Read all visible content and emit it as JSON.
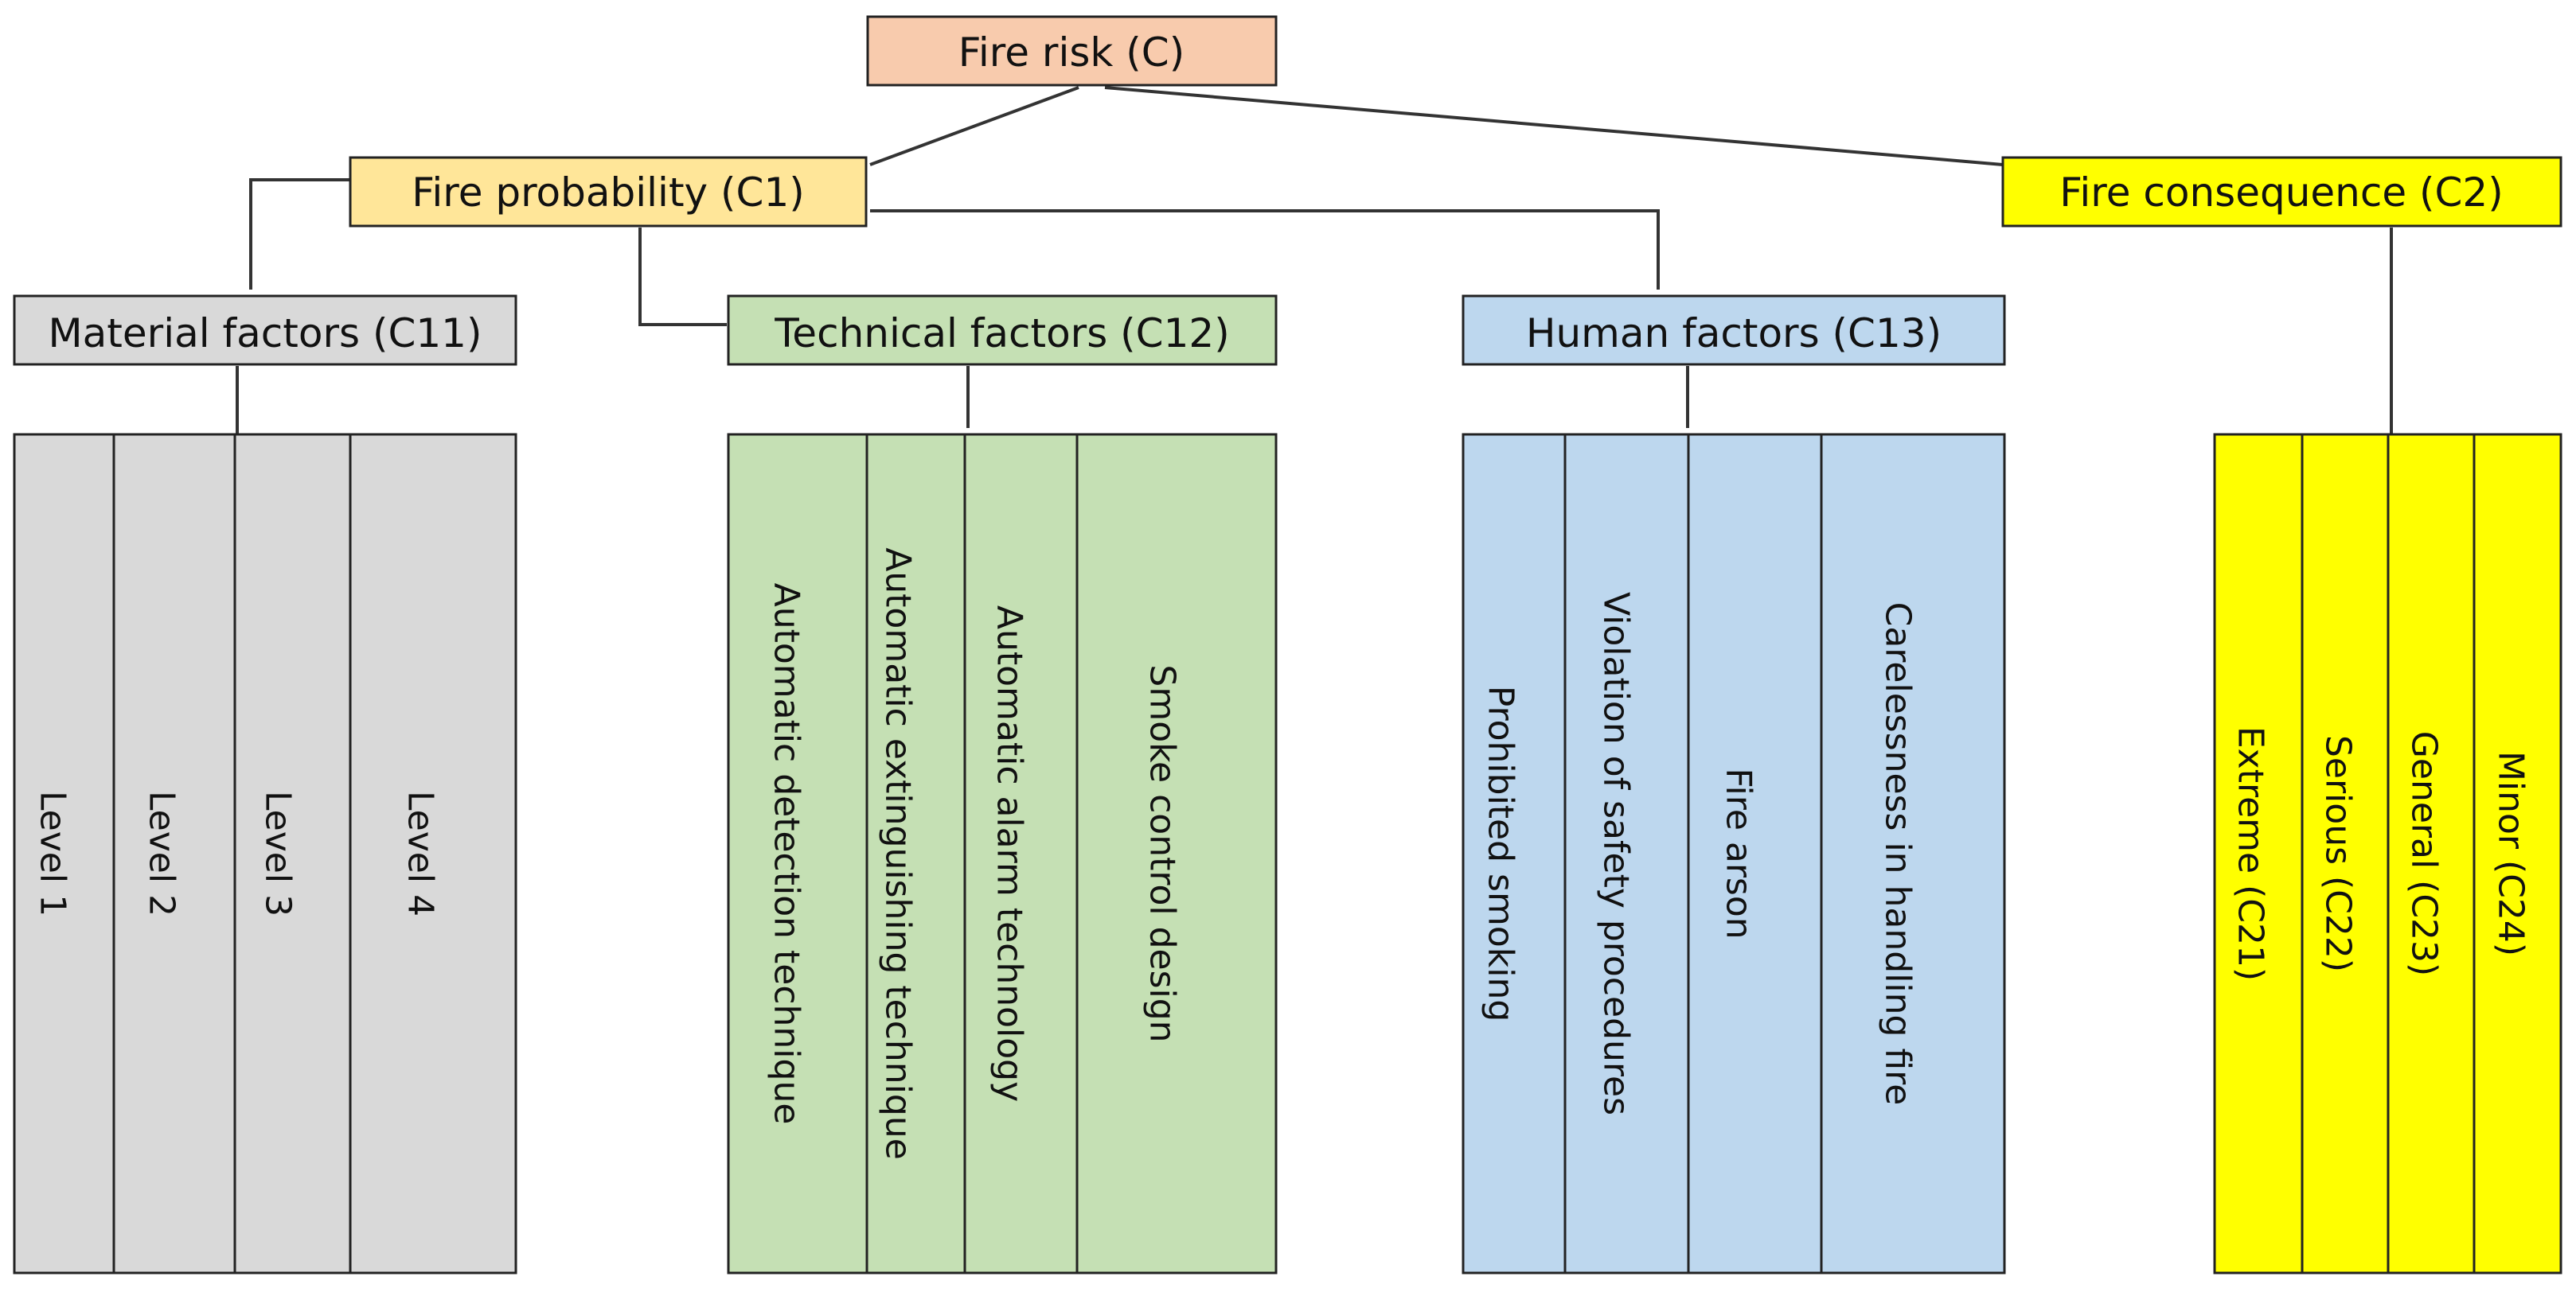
{
  "colors": {
    "root": "#F8CBAD",
    "probability": "#FFE699",
    "consequence": "#FFFF00",
    "material": "#D9D9D9",
    "technical": "#C5E0B4",
    "human": "#BDD7EE",
    "border": "#222222",
    "line": "#333333"
  },
  "root": {
    "label": "Fire risk (C)"
  },
  "probability": {
    "label": "Fire probability (C1)",
    "groups": [
      {
        "label": "Material factors (C11)",
        "items": [
          "Level 1",
          "Level 2",
          "Level 3",
          "Level 4"
        ]
      },
      {
        "label": "Technical factors (C12)",
        "items": [
          "Automatic detection technique",
          "Automatic extinguishing technique",
          "Automatic alarm technology",
          "Smoke control design"
        ]
      },
      {
        "label": "Human factors (C13)",
        "items": [
          "Prohibited smoking",
          "Violation of safety procedures",
          "Fire arson",
          "Carelessness in handling fire"
        ]
      }
    ]
  },
  "consequence": {
    "label": "Fire consequence (C2)",
    "items": [
      "Extreme (C21)",
      "Serious (C22)",
      "General (C23)",
      "Minor (C24)"
    ]
  }
}
